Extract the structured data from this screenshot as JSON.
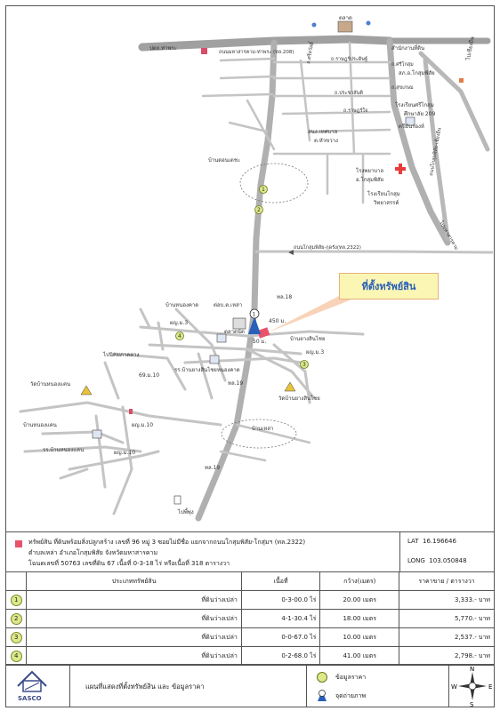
{
  "map": {
    "place_labels": [
      {
        "id": "market",
        "text": "ตลาด"
      },
      {
        "id": "district-office",
        "text": "สำนักงานที่ดิน"
      },
      {
        "id": "police",
        "text": "สภ.อ.โกสุมพิสัย"
      },
      {
        "id": "school1",
        "text": "โรงเรียนศรีโกสุม"
      },
      {
        "id": "school1b",
        "text": "ศึกษาลัย 209"
      },
      {
        "id": "municipal",
        "text": "สนง.เทศบาล"
      },
      {
        "id": "municipal2",
        "text": "ต.หัวขวาง"
      },
      {
        "id": "hospital1",
        "text": "โรงพยาบาล"
      },
      {
        "id": "hospital2",
        "text": "อ.โกสุมพิสัย"
      },
      {
        "id": "school2",
        "text": "โรงเรียนโกสุม"
      },
      {
        "id": "school2b",
        "text": "วิทยาสรรค์"
      },
      {
        "id": "village1",
        "text": "บ้านดอนเดชะ"
      },
      {
        "id": "village2",
        "text": "บ้านหนองคาด"
      },
      {
        "id": "village3",
        "text": "บ้านยางสินไชย"
      },
      {
        "id": "temple1",
        "text": "วัดบ้านยางสินไชย"
      },
      {
        "id": "school3",
        "text": "รร.บ้านยางสินไชยหนองคาด"
      },
      {
        "id": "forest",
        "text": "ไปนิคมภาคตาง"
      },
      {
        "id": "village4",
        "text": "บ้านเหล่า"
      },
      {
        "id": "temple2",
        "text": "วัดบ้านหนองแคน"
      },
      {
        "id": "village5",
        "text": "บ้านหนองแคน"
      },
      {
        "id": "school4",
        "text": "รร.บ้านหนองแคน"
      },
      {
        "id": "station",
        "text": "ต่อบ.ต.เหล่า"
      },
      {
        "id": "market2",
        "text": "ตลาดนัด"
      },
      {
        "id": "to-south",
        "text": "ไปพี้พุ่ง"
      },
      {
        "id": "to-east",
        "text": "ไปเชียงยืน"
      },
      {
        "id": "phuttha",
        "text": "ถนนโกสุมพิสัย-เชียงยืน"
      },
      {
        "id": "town",
        "text": "ปตย.ท่าพระ"
      },
      {
        "id": "rd1",
        "text": "ถ.ราษฎร์ประดิษฐ์"
      },
      {
        "id": "rd2",
        "text": "ถ.ประชาสันติ"
      },
      {
        "id": "rd3",
        "text": "ถ.ศรีโกสุม"
      },
      {
        "id": "rd4",
        "text": "ถ.สุขเกษม"
      },
      {
        "id": "rd5",
        "text": "ถ.ราษฎร์ใจ"
      },
      {
        "id": "rd6",
        "text": "ถ.ศรีสวัสดิ์"
      },
      {
        "id": "school5",
        "text": "ตรีมันร่องห์"
      },
      {
        "id": "to-mahasarakham",
        "text": "ไปมหาสารคาม"
      }
    ],
    "road_main": "ถนนมหาสารคาม-ท่าพระ (ทล.208)",
    "road_mid": "ถนนโกสุมพิสัย-กุดรัง(ทล.2322)",
    "distance": "450 ม.",
    "distance2": "50 ม.",
    "markers": [
      "ทล.18",
      "ทล.19",
      "ทล.19",
      "ผญ.ม.3",
      "ผญ.ม.10",
      "ผญ.ม.3",
      "ผญ.ม.10",
      "69.ม.10"
    ],
    "price_points": [
      "1",
      "2",
      "3",
      "4"
    ],
    "callout": "ที่ตั้งทรัพย์สิน"
  },
  "info": {
    "line1": "ทรัพย์สิน  ที่ดินพร้อมสิ่งปลูกสร้าง  เลขที่  96 หมู่ 3   ซอยไม่มีชื่อ  แยกจากถนนโกสุมพิสัย-โกสุ่มฯ (ทล.2322)",
    "line2": "ตำบลเหล่า อำเภอโกสุมพิสัย จังหวัดมหาสารคาม",
    "line3": "โฉนดเลขที่ 50763 เลขที่ดิน 67  เนื้อที่ 0-3-18 ไร่ หรือเนื้อที่ 318 ตารางวา",
    "lat_label": "LAT",
    "lat": "16.196646",
    "long_label": "LONG",
    "long": "103.050848"
  },
  "table": {
    "headers": [
      "ประเภททรัพย์สิน",
      "เนื้อที่",
      "กว้าง(เมตร)",
      "ราคาขาย / ตารางวา"
    ],
    "rows": [
      {
        "no": "1",
        "type": "ที่ดินว่างเปล่า",
        "area": "0-3-00.0 ไร่",
        "width": "20.00  เมตร",
        "price": "3,333.- บาท"
      },
      {
        "no": "2",
        "type": "ที่ดินว่างเปล่า",
        "area": "4-1-30.4 ไร่",
        "width": "18.00 เมตร",
        "price": "5,770.- บาท"
      },
      {
        "no": "3",
        "type": "ที่ดินว่างเปล่า",
        "area": "0-0-67.0 ไร่",
        "width": "10.00 เมตร",
        "price": "2,537.- บาท"
      },
      {
        "no": "4",
        "type": "ที่ดินว่างเปล่า",
        "area": "0-2-68.0 ไร่",
        "width": "41.00 เมตร",
        "price": "2,798.- บาท"
      }
    ]
  },
  "footer": {
    "brand": "SASCO",
    "title": "แผนที่แสดงที่ตั้งทรัพย์สิน และ ข้อมูลราคา",
    "legend_price": "ข้อมูลราคา",
    "legend_photo": "จุดถ่ายภาพ",
    "compass": {
      "n": "N",
      "s": "S",
      "e": "E",
      "w": "W"
    }
  },
  "colors": {
    "road": "#b8b8b8",
    "road_dark": "#9c9c9c",
    "property": "#e8526b",
    "callout_bg": "#fbf6b4",
    "price_circle": "#dde88a",
    "accent": "#2a5fb8"
  }
}
